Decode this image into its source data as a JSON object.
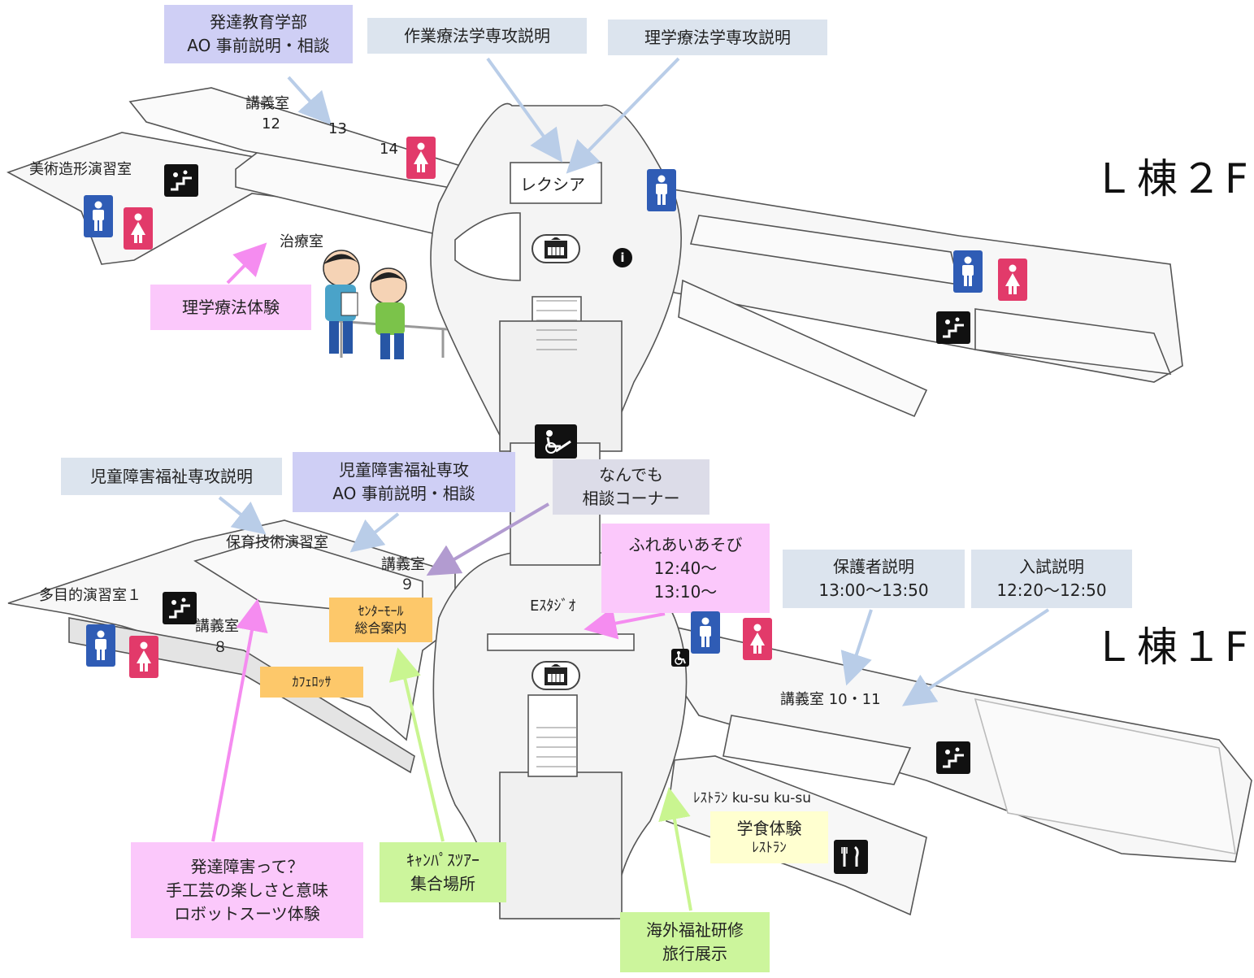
{
  "floors": {
    "upper": "Ｌ棟２F",
    "lower": "Ｌ棟１F"
  },
  "upper_labels": {
    "room_12_line1": "講義室",
    "room_12_line2": "12",
    "room_13": "13",
    "room_14": "14",
    "art_room": "美術造形演習室",
    "lexia": "レクシア",
    "therapy_room": "治療室"
  },
  "upper_callouts": {
    "ao_faculty": [
      "発達教育学部",
      "AO 事前説明・相談"
    ],
    "ot_major": "作業療法学専攻説明",
    "pt_major": "理学療法学専攻説明",
    "pt_experience": "理学療法体験"
  },
  "lower_labels": {
    "nursery_room": "保育技術演習室",
    "room_9_line1": "講義室",
    "room_9_line2": "９",
    "multi_room": "多目的演習室１",
    "room_8_line1": "講義室",
    "room_8_line2": "８",
    "e_studio": "Eｽﾀｼﾞｵ",
    "room_10_11": "講義室 10・11",
    "restaurant": "ﾚｽﾄﾗﾝ ku-su ku-su"
  },
  "lower_callouts": {
    "child_welfare": "児童障害福祉専攻説明",
    "child_welfare_ao": [
      "児童障害福祉専攻",
      "AO 事前説明・相談"
    ],
    "consult": [
      "なんでも",
      "相談コーナー"
    ],
    "fureai": [
      "ふれあいあそび",
      "12:40～",
      "13:10～"
    ],
    "guardian": [
      "保護者説明",
      "13:00～13:50"
    ],
    "entrance_exam": [
      "入試説明",
      "12:20～12:50"
    ],
    "center_mall": [
      "ｾﾝﾀｰﾓｰﾙ",
      "総合案内"
    ],
    "cafe": "ｶﾌｪﾛｯｻ",
    "cafeteria": [
      "学食体験",
      "ﾚｽﾄﾗﾝ"
    ],
    "dev_disorder": [
      "発達障害って？",
      "手工芸の楽しさと意味",
      "ロボットスーツ体験"
    ],
    "campus_tour": [
      "ｷｬﾝﾊﾟｽﾂｱｰ",
      "集合場所"
    ],
    "overseas": [
      "海外福祉研修",
      "旅行展示"
    ]
  },
  "icons": {
    "male": "male-restroom-icon",
    "female": "female-restroom-icon",
    "stairs": "stairs-icon",
    "elevator": "elevator-icon",
    "escalator": "escalator-icon",
    "info": "information-icon",
    "wheelchair": "accessible-restroom-icon",
    "restaurant": "restaurant-icon"
  },
  "colors": {
    "callout_blue": "#dce4ee",
    "callout_lavender": "#cfcff5",
    "callout_pink": "#fbc8fb",
    "callout_green": "#ccf59c",
    "callout_orange": "#fdc86a",
    "male_icon": "#2f5cb5",
    "female_icon": "#e23a6a",
    "arrow_blue": "#b9cde8",
    "arrow_pink": "#f58cf0",
    "arrow_green": "#c9f590",
    "arrow_purple": "#b29bd0"
  }
}
